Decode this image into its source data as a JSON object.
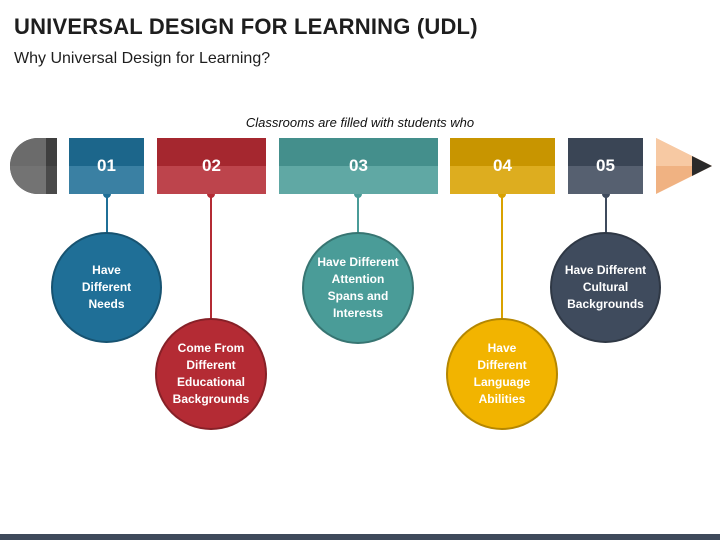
{
  "header": {
    "title": "UNIVERSAL DESIGN FOR LEARNING (UDL)",
    "subtitle": "Why Universal Design for Learning?"
  },
  "diagram": {
    "caption": "Classrooms are filled with students who",
    "steps": [
      {
        "number": "01",
        "text": "Have\nDifferent\nNeeds",
        "color": "#1f6f97"
      },
      {
        "number": "02",
        "text": "Come From\nDifferent\nEducational\nBackgrounds",
        "color": "#b42b34"
      },
      {
        "number": "03",
        "text": "Have Different\nAttention\nSpans and\nInterests",
        "color": "#4a9c98"
      },
      {
        "number": "04",
        "text": "Have\nDifferent\nLanguage\nAbilities",
        "color": "#f2b400"
      },
      {
        "number": "05",
        "text": "Have Different\nCultural\nBackgrounds",
        "color": "#3f4b5d"
      }
    ],
    "pencil": {
      "eraser_color": "#545454",
      "wood_color": "#f0b282",
      "lead_color": "#2a2a2a"
    }
  },
  "footer": {
    "bar_color": "#3e4a5b"
  }
}
